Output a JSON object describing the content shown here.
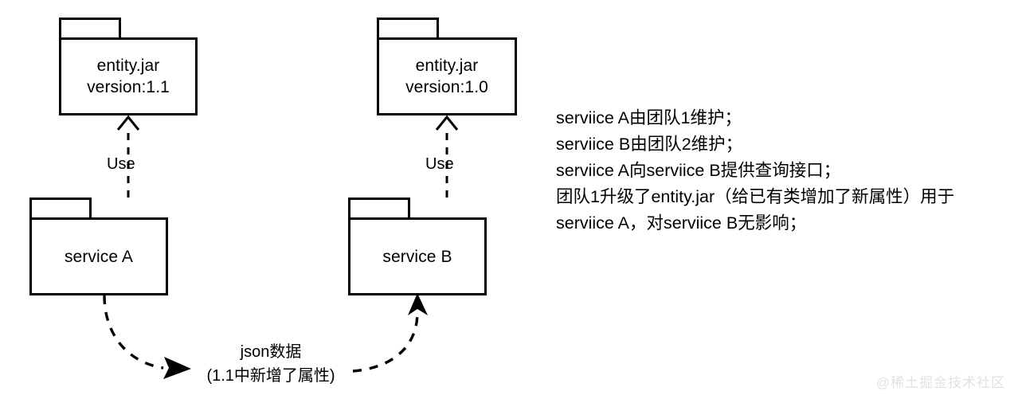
{
  "diagram": {
    "type": "uml-package-dependency-diagram",
    "packages": [
      {
        "id": "entity-jar-11",
        "line1": "entity.jar",
        "line2": "version:1.1"
      },
      {
        "id": "entity-jar-10",
        "line1": "entity.jar",
        "line2": "version:1.0"
      },
      {
        "id": "service-a",
        "line1": "service A",
        "line2": ""
      },
      {
        "id": "service-b",
        "line1": "service B",
        "line2": ""
      }
    ],
    "dependencies": [
      {
        "id": "use-left",
        "label": "Use",
        "from": "service A",
        "to": "entity.jar version:1.1"
      },
      {
        "id": "use-right",
        "label": "Use",
        "from": "service B",
        "to": "entity.jar version:1.0"
      }
    ],
    "flow": {
      "id": "json-flow",
      "label_line1": "json数据",
      "label_line2": "(1.1中新增了属性)",
      "from": "service A",
      "to": "service B"
    },
    "colors": {
      "stroke": "#000000",
      "background": "#ffffff",
      "watermark": "#e2e2e2"
    }
  },
  "notes": {
    "lines": [
      "serviice A由团队1维护；",
      "serviice B由团队2维护；",
      "serviice A向serviice B提供查询接口；",
      "团队1升级了entity.jar（给已有类增加了新属性）用于serviice A，对serviice B无影响；"
    ]
  },
  "watermark": {
    "text": "@稀土掘金技术社区"
  }
}
